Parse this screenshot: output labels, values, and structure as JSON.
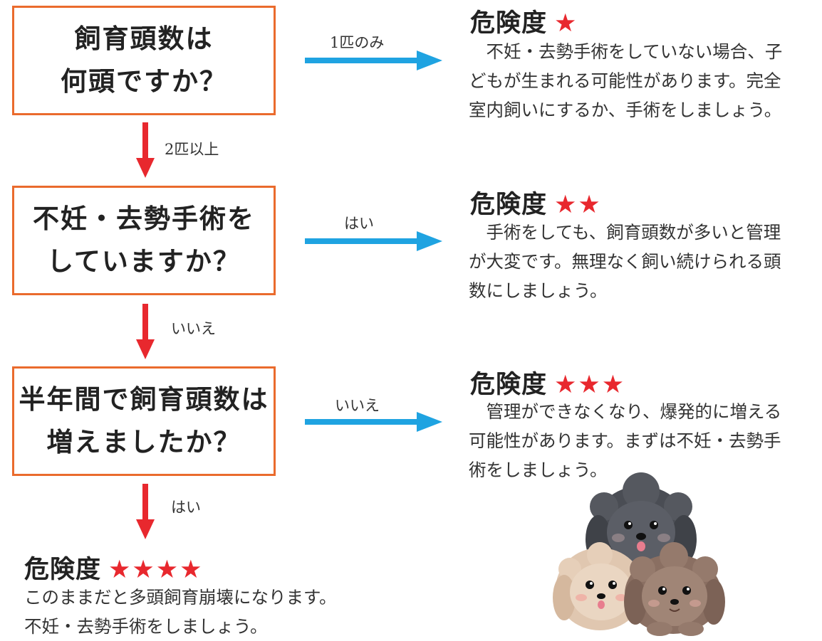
{
  "questions": [
    {
      "lines": [
        "飼育頭数は",
        "何頭ですか？"
      ]
    },
    {
      "lines": [
        "不妊・去勢手術を",
        "していますか？"
      ]
    },
    {
      "lines": [
        "半年間で飼育頭数は",
        "増えましたか？"
      ]
    }
  ],
  "down_labels": [
    "2匹以上",
    "いいえ",
    "はい"
  ],
  "right_labels": [
    "1匹のみ",
    "はい",
    "いいえ"
  ],
  "results": [
    {
      "title": "危険度",
      "stars": "★",
      "lines": [
        "　不妊・去勢手術をしていない場合、子",
        "どもが生まれる可能性があります。完全",
        "室内飼いにするか、手術をしましょう。"
      ]
    },
    {
      "title": "危険度",
      "stars": "★★",
      "lines": [
        "　手術をしても、飼育頭数が多いと管理",
        "が大変です。無理なく飼い続けられる頭",
        "数にしましょう。"
      ]
    },
    {
      "title": "危険度",
      "stars": "★★★",
      "lines": [
        "　管理ができなくなり、爆発的に増える",
        "可能性があります。まずは不妊・去勢手",
        "術をしましょう。"
      ]
    },
    {
      "title": "危険度",
      "stars": "★★★★",
      "lines": [
        "このままだと多頭飼育崩壊になります。",
        "不妊・去勢手術をしましょう。"
      ]
    }
  ],
  "colors": {
    "box_border": "#ea6b2d",
    "down_arrow": "#e8282e",
    "right_arrow": "#1fa3e1",
    "star": "#e8282e"
  },
  "illustration": "three-puppies"
}
